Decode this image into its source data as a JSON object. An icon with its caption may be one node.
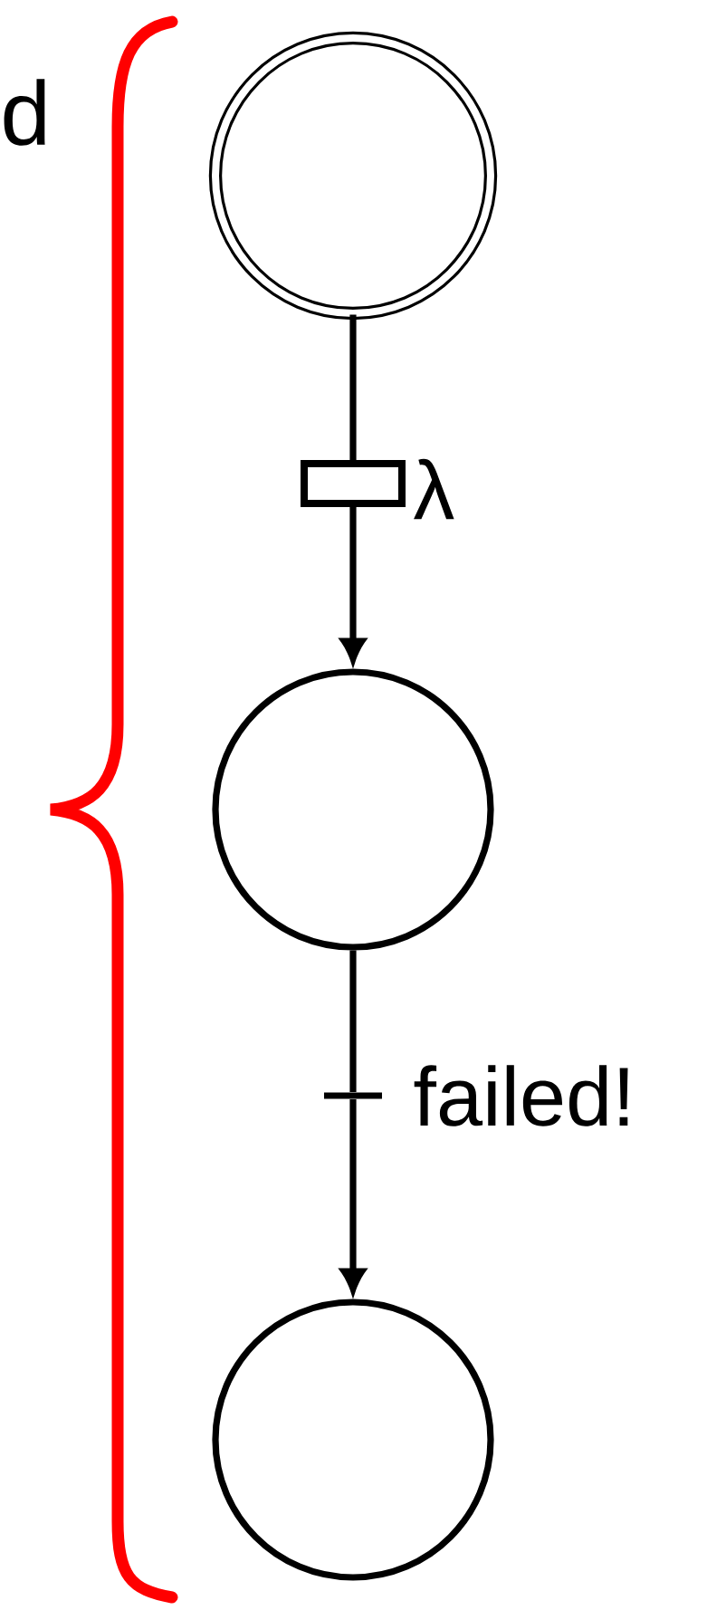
{
  "diagram": {
    "nodes": [
      {
        "text": [],
        "shape": "circle"
      },
      {
        "text": [],
        "shape": "box",
        "beside": [
          "λ"
        ]
      },
      {
        "text": [],
        "shape": "circle"
      },
      {
        "text": [],
        "shape": "bar",
        "beside": [
          "failed!"
        ]
      },
      {
        "text": [],
        "shape": "circle"
      }
    ],
    "edges": [
      {
        "from": 0,
        "to": 1,
        "arrow": "none"
      },
      {
        "from": 1,
        "to": 2,
        "arrow": "to"
      },
      {
        "from": 2,
        "to": 3,
        "arrow": "none"
      },
      {
        "from": 3,
        "to": 4,
        "arrow": "to"
      }
    ],
    "labels": [
      "d"
    ]
  }
}
